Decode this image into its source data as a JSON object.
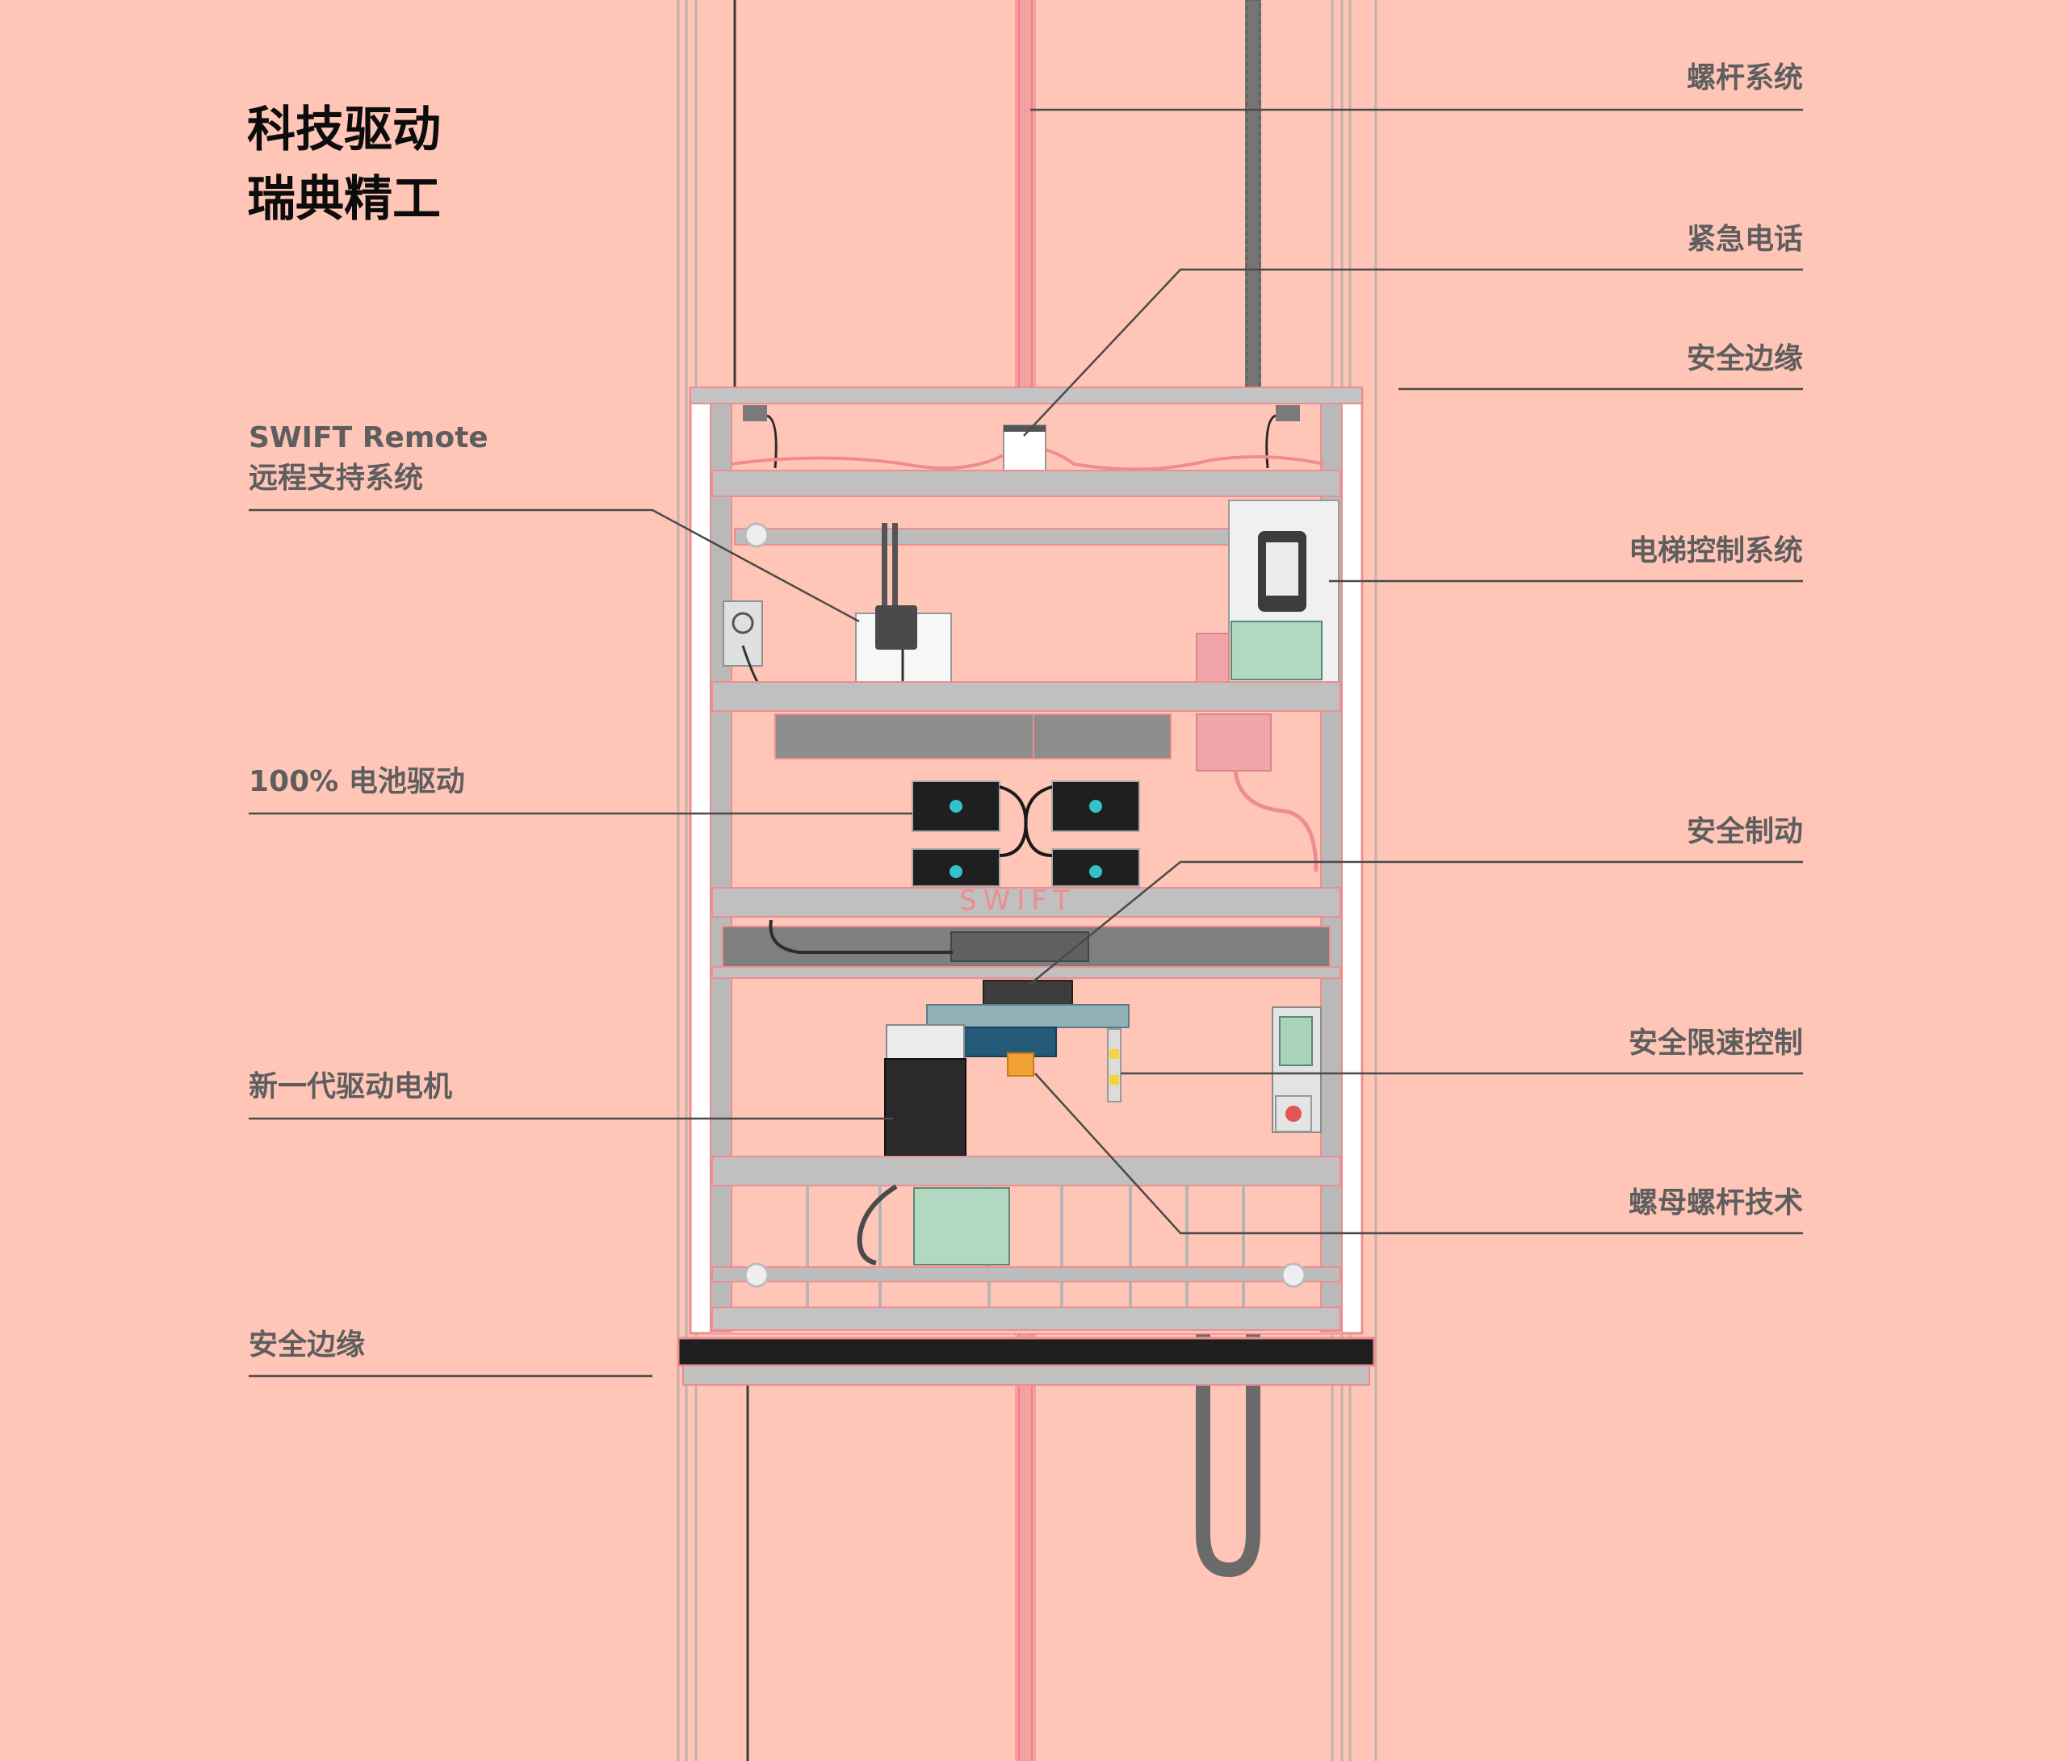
{
  "headline": {
    "line1": "科技驱动",
    "line2": "瑞典精工"
  },
  "logo": "SWIFT",
  "labels_left": {
    "remote_en": "SWIFT Remote",
    "remote_cn": "远程支持系统",
    "battery": "100% 电池驱动",
    "motor": "新一代驱动电机",
    "edge_bottom": "安全边缘"
  },
  "labels_right": {
    "screw_system": "螺杆系统",
    "emergency_phone": "紧急电话",
    "edge_top": "安全边缘",
    "control_system": "电梯控制系统",
    "safety_brake": "安全制动",
    "speed_limit": "安全限速控制",
    "nut_screw": "螺母螺杆技术"
  },
  "colors": {
    "background": "#ffc6b8",
    "frame": "#bdbdbd",
    "outline": "#ee8d90",
    "screw": "#f2979a",
    "leader_line": "#4a4a4a",
    "text": "#5e5e5e",
    "battery": "#1f1f1f",
    "battery_logo": "#35c1c9",
    "pcb": "#a9d3bd",
    "nut": "#f2a134",
    "platform": "#1e1e1e"
  }
}
